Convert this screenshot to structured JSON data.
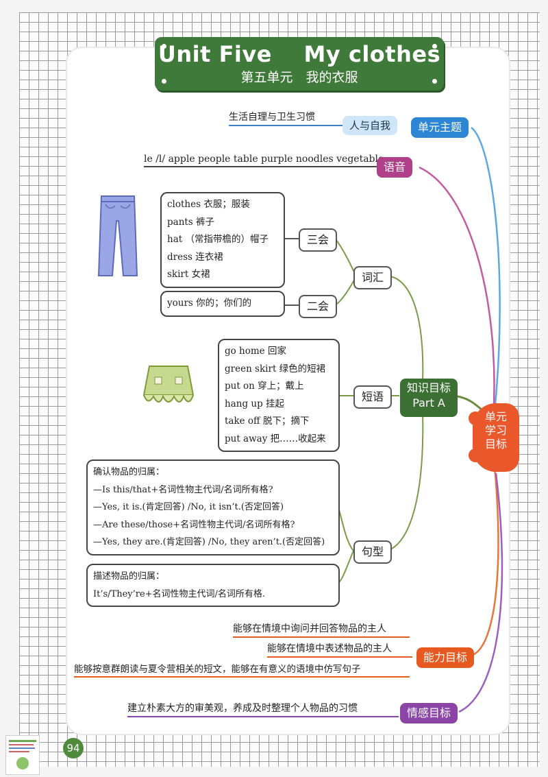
{
  "title": {
    "en": "Unit Five    My clothes",
    "cn": "第五单元　我的衣服"
  },
  "hub": {
    "lines": [
      "单元",
      "学习",
      "目标"
    ]
  },
  "theme": {
    "label": "单元主题",
    "sub": "人与自我",
    "text": "生活自理与卫生习惯"
  },
  "phonics": {
    "label": "语音",
    "text": "le /l/ apple people table purple noodles vegetable"
  },
  "knowledge": {
    "line1": "知识目标",
    "line2": "Part A"
  },
  "vocab": {
    "label": "词汇",
    "sanhui": {
      "label": "三会",
      "items": [
        "clothes 衣服；服装",
        "pants 裤子",
        "hat （常指带檐的）帽子",
        "dress 连衣裙",
        "skirt 女裙"
      ]
    },
    "erhui": {
      "label": "二会",
      "items": [
        "yours 你的；你们的"
      ]
    }
  },
  "phrases": {
    "label": "短语",
    "items": [
      "go home 回家",
      "green skirt 绿色的短裙",
      "put on 穿上；戴上",
      "hang up 挂起",
      "take off 脱下；摘下",
      "put away 把……收起来"
    ]
  },
  "sentences": {
    "label": "句型",
    "box1": [
      "确认物品的归属：",
      "—Is this/that+名词性物主代词/名词所有格?",
      "—Yes, it is.(肯定回答) /No, it isn’t.(否定回答)",
      "—Are these/those+名词性物主代词/名词所有格?",
      "—Yes, they are.(肯定回答) /No, they aren’t.(否定回答)"
    ],
    "box2": [
      "描述物品的归属：",
      "It’s/They’re+名词性物主代词/名词所有格."
    ]
  },
  "ability": {
    "label": "能力目标",
    "items": [
      "能够在情境中询问并回答物品的主人",
      "能够在情境中表述物品的主人",
      "能够按意群朗读与夏令营相关的短文，能够在有意义的语境中仿写句子"
    ]
  },
  "emotion": {
    "label": "情感目标",
    "text": "建立朴素大方的审美观，养成及时整理个人物品的习惯"
  },
  "page_number": "94",
  "colors": {
    "theme": "#2c86d4",
    "phonics": "#b0408a",
    "knowledge": "#3c6f34",
    "ability": "#e65a22",
    "emotion": "#8a45a6",
    "hub": "#e9572b",
    "banner": "#3f7a3a"
  }
}
